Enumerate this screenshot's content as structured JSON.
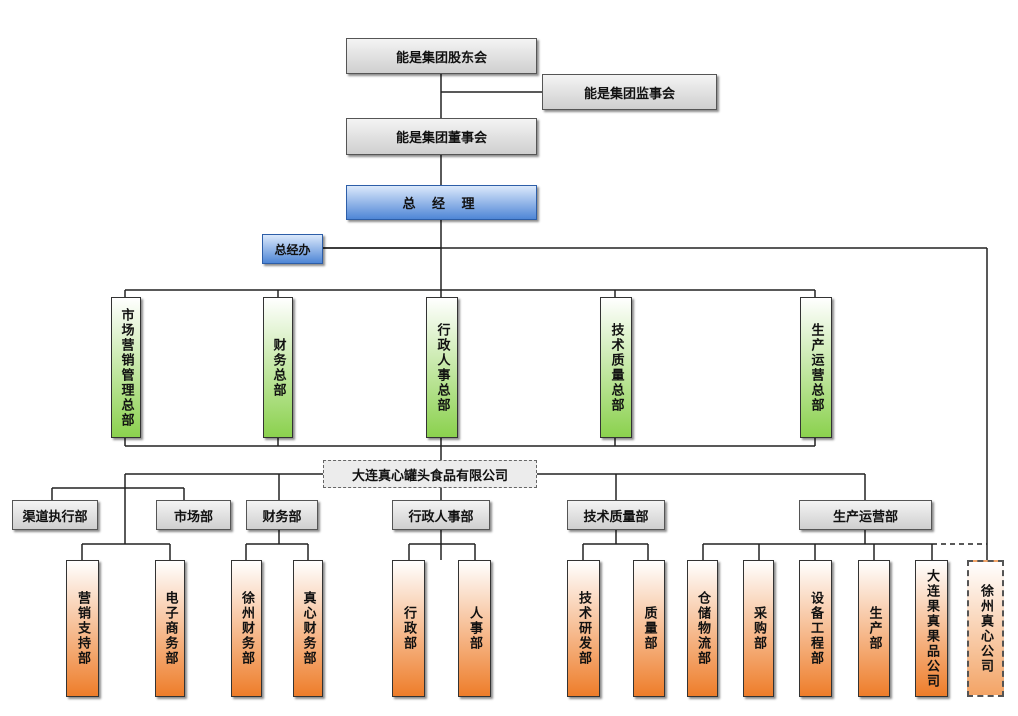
{
  "shareholders": "能是集团股东会",
  "supervisors": "能是集团监事会",
  "board": "能是集团董事会",
  "gm": "总 经 理",
  "gm_office": "总经办",
  "hq_depts": [
    "市场营销管理总部",
    "财务总部",
    "行政人事总部",
    "技术质量总部",
    "生产运营总部"
  ],
  "company": "大连真心罐头食品有限公司",
  "company_depts": [
    "渠道执行部",
    "市场部",
    "财务部",
    "行政人事部",
    "技术质量部",
    "生产运营部"
  ],
  "sub_depts": [
    "营销支持部",
    "电子商务部",
    "徐州财务部",
    "真心财务部",
    "行政部",
    "人事部",
    "技术研发部",
    "质量部",
    "仓储物流部",
    "采购部",
    "设备工程部",
    "生产部",
    "大连果真果品公司"
  ],
  "xuzhou": "徐州真心公司"
}
